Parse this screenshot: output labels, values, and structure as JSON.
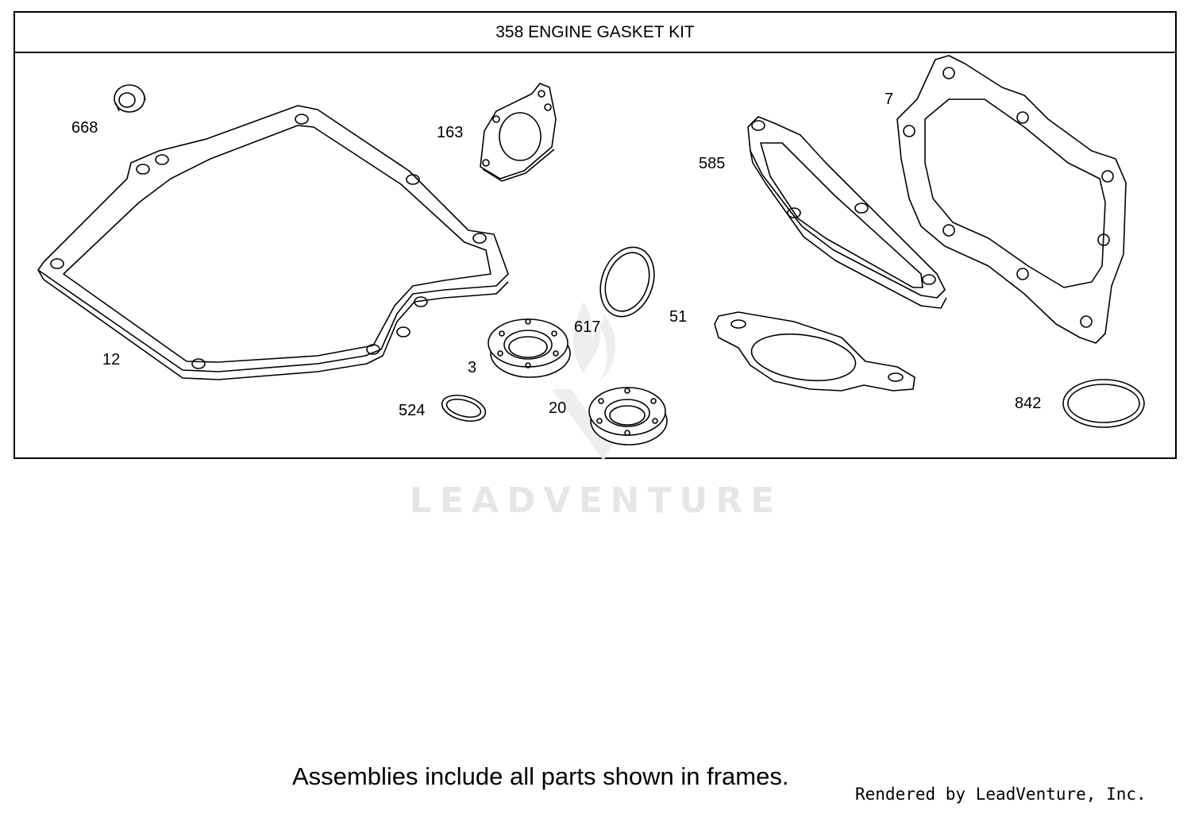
{
  "frame": {
    "title": "358 ENGINE GASKET KIT"
  },
  "callouts": [
    {
      "id": "668",
      "label": "668"
    },
    {
      "id": "12",
      "label": "12"
    },
    {
      "id": "163",
      "label": "163"
    },
    {
      "id": "617",
      "label": "617"
    },
    {
      "id": "3",
      "label": "3"
    },
    {
      "id": "524",
      "label": "524"
    },
    {
      "id": "20",
      "label": "20"
    },
    {
      "id": "585",
      "label": "585"
    },
    {
      "id": "51",
      "label": "51"
    },
    {
      "id": "7",
      "label": "7"
    },
    {
      "id": "842",
      "label": "842"
    }
  ],
  "watermark": "LEADVENTURE",
  "footer": {
    "note": "Assemblies include all parts shown in frames.",
    "rendered_by": "Rendered by LeadVenture, Inc."
  }
}
